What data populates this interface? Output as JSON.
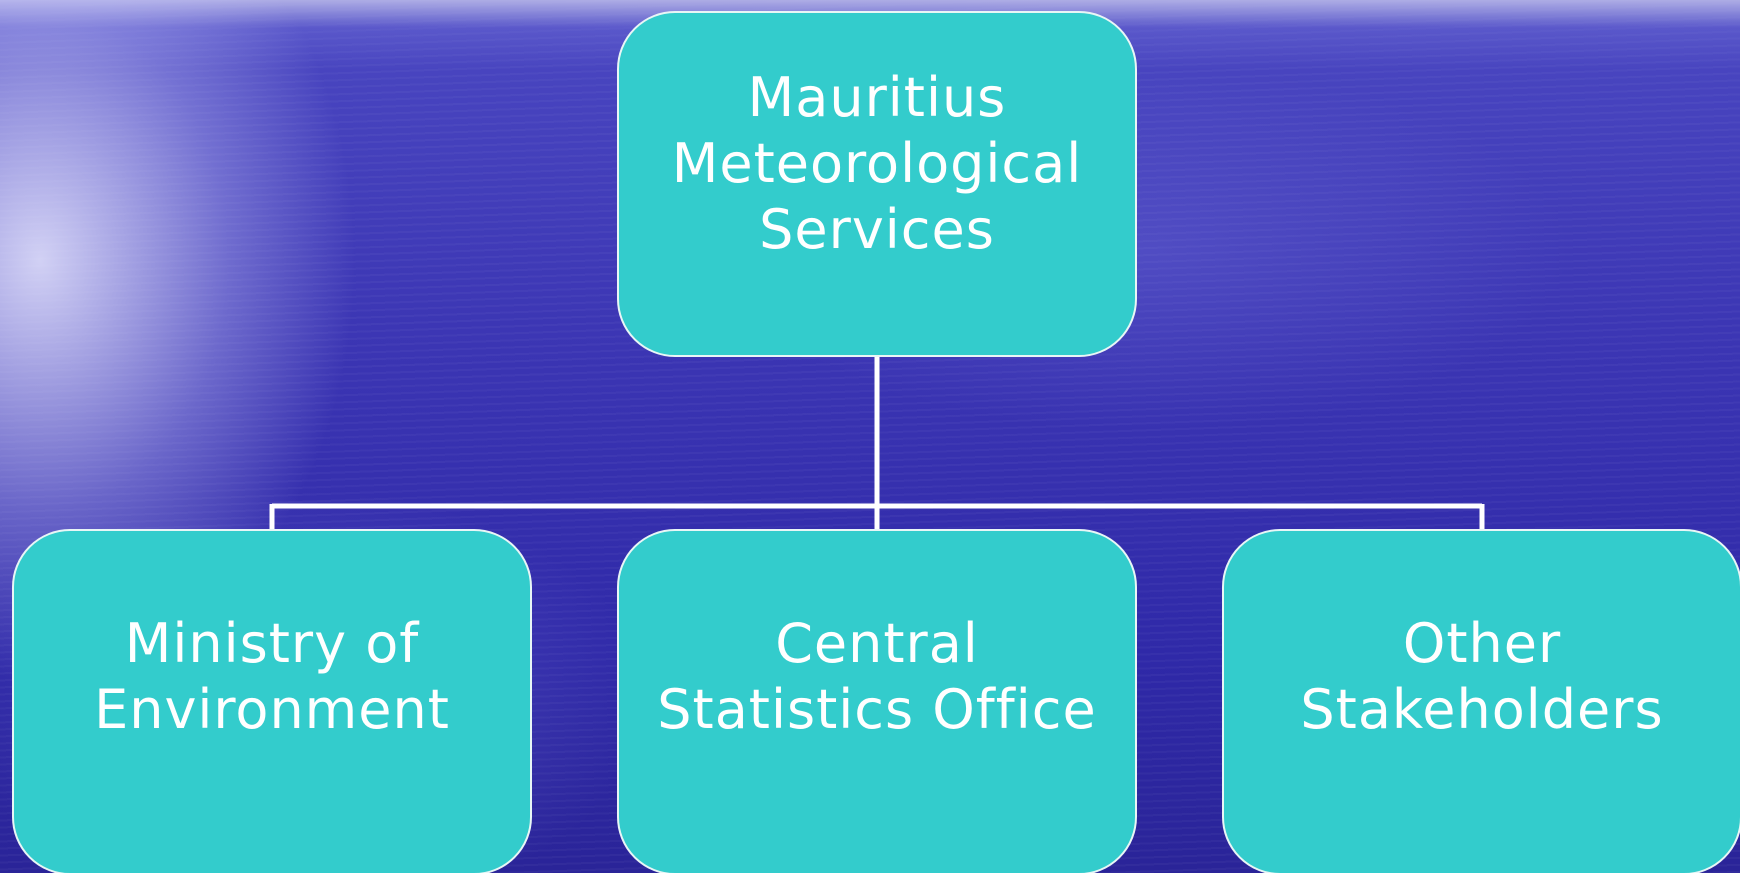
{
  "diagram": {
    "root": {
      "label": "Mauritius\nMeteorological\nServices"
    },
    "children": [
      {
        "label": "Ministry of\nEnvironment"
      },
      {
        "label": "Central\nStatistics Office"
      },
      {
        "label": "Other\nStakeholders"
      }
    ]
  },
  "colors": {
    "node_fill": "#33cccc",
    "node_border": "#e8f6f6",
    "connector": "#ffffff",
    "background": "#3b35b3"
  }
}
